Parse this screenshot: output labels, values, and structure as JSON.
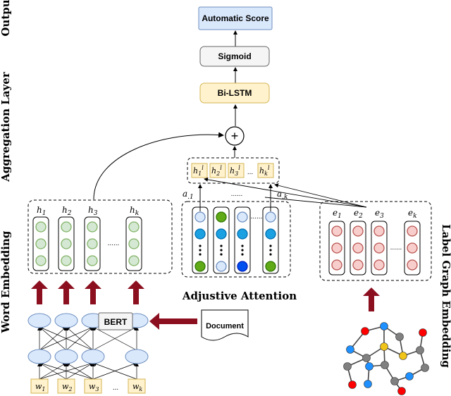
{
  "side_labels": {
    "output": "Output",
    "aggregation": "Aggregation Layer",
    "word_embedding": "Word Embedding",
    "label_graph": "Label Graph Embedding"
  },
  "pipeline": {
    "automatic_score": "Automatic Score",
    "sigmoid": "Sigmoid",
    "bilstm": "Bi-LSTM",
    "plus": "+"
  },
  "attention_output": {
    "labels": [
      "h",
      "h",
      "h",
      "h"
    ],
    "subs": [
      "1",
      "2",
      "3",
      "k"
    ],
    "sups": [
      "l",
      "l",
      "l",
      "l"
    ],
    "ellipsis": "..."
  },
  "word_hidden": {
    "labels": [
      "h",
      "h",
      "h",
      "h"
    ],
    "subs": [
      "1",
      "2",
      "3",
      "k"
    ],
    "ellipsis": "......"
  },
  "attention": {
    "caption": "Adjustive Attention",
    "a1_label": "a",
    "a1_sub": ".1",
    "ak_label": "a",
    "ak_sub": ".k",
    "top_ellipsis": "......",
    "mid_ellipsis": "......"
  },
  "label_graph": {
    "labels": [
      "e",
      "e",
      "e",
      "e"
    ],
    "subs": [
      "1",
      "2",
      "3",
      "k"
    ],
    "ellipsis": "......"
  },
  "bert": {
    "label": "BERT",
    "document": "Document",
    "ellipsis": "...",
    "words": [
      "w",
      "w",
      "w",
      "w"
    ],
    "word_subs": [
      "1",
      "2",
      "3",
      "k"
    ],
    "word_ellipsis": "..."
  },
  "colors": {
    "pipeline_top_fill": "#dae8fc",
    "pipeline_top_stroke": "#6c8ebf",
    "sigmoid_fill": "#f5f5f5",
    "bilstm_fill": "#fff2cc",
    "bilstm_stroke": "#d6b656",
    "green_node": "#d5e8d4",
    "green_stroke": "#82b366",
    "red_node": "#f8cecc",
    "red_stroke": "#b85450",
    "blue_node": "#dae8fc",
    "blue_stroke": "#6c8ebf",
    "dark_arrow": "#8b0f1f"
  }
}
